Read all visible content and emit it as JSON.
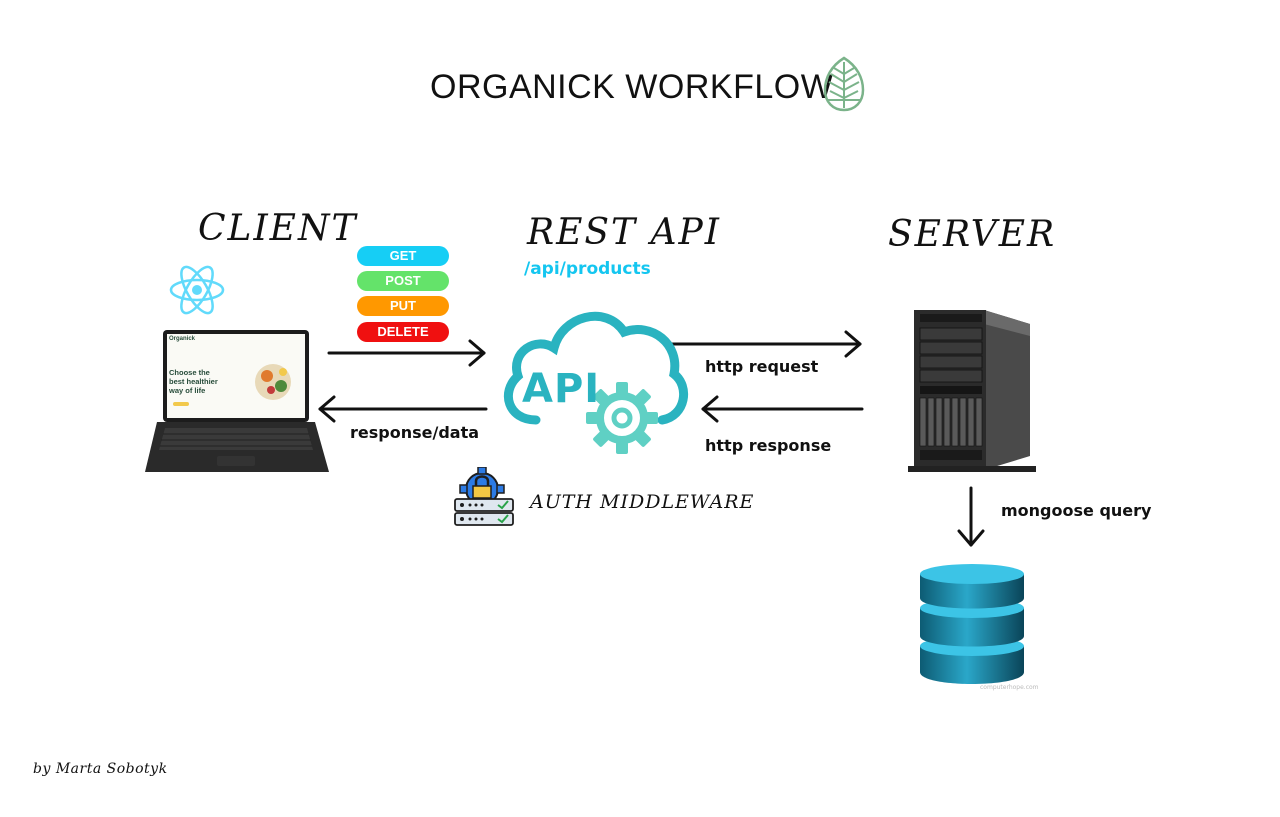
{
  "title": "ORGANICK WORKFLOW",
  "client": {
    "heading": "CLIENT"
  },
  "rest_api": {
    "heading": "REST API",
    "endpoint": "/api/products",
    "icon_text": "API"
  },
  "server": {
    "heading": "SERVER"
  },
  "methods": [
    {
      "label": "GET",
      "color": "#16cef5"
    },
    {
      "label": "POST",
      "color": "#64e36a"
    },
    {
      "label": "PUT",
      "color": "#ff9800"
    },
    {
      "label": "DELETE",
      "color": "#f01010"
    }
  ],
  "arrows": {
    "request": "",
    "response_data": "response/data",
    "http_request": "http request",
    "http_response": "http response",
    "mongoose_query": "mongoose query"
  },
  "auth_middleware": "AUTH MIDDLEWARE",
  "credit": "by Marta Sobotyk",
  "laptop_screen": {
    "brand": "Organick",
    "headline": "Choose the best healthier way of life"
  },
  "icons": [
    "leaf-logo-icon",
    "react-icon",
    "laptop-icon",
    "api-cloud-icon",
    "gear-icon",
    "auth-lock-icon",
    "server-tower-icon",
    "database-icon"
  ],
  "colors": {
    "endpoint": "#14c6f0",
    "api_teal": "#2ab3c0",
    "leaf_green": "#7bb38a",
    "react_blue": "#61dafb"
  },
  "watermark": "computerhope.com"
}
